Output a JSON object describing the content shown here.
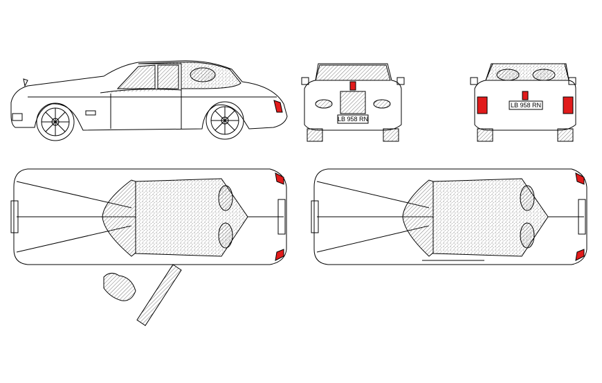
{
  "drawing": {
    "plate_front": "LB 958 RN",
    "plate_rear": "LB 958 RN"
  },
  "colors": {
    "line": "#000000",
    "hatch": "#8c8c8c",
    "stipple": "#b5b5b5",
    "accent_red": "#e11b1b",
    "background": "#ffffff"
  },
  "views": [
    "side-view",
    "front-view",
    "rear-view",
    "top-view-door-open",
    "top-view-closed"
  ]
}
